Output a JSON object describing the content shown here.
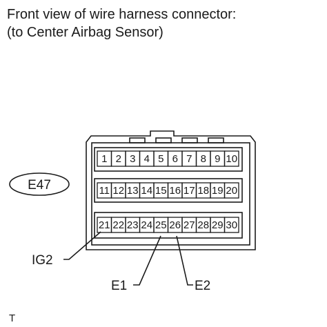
{
  "heading": {
    "line1": "Front view of wire harness connector:",
    "line2": "(to Center Airbag Sensor)"
  },
  "connector": {
    "id": "E47",
    "rows": [
      [
        "1",
        "2",
        "3",
        "4",
        "5",
        "6",
        "7",
        "8",
        "9",
        "10"
      ],
      [
        "11",
        "12",
        "13",
        "14",
        "15",
        "16",
        "17",
        "18",
        "19",
        "20"
      ],
      [
        "21",
        "22",
        "23",
        "24",
        "25",
        "26",
        "27",
        "28",
        "29",
        "30"
      ]
    ]
  },
  "callouts": {
    "ig2": "IG2",
    "e1": "E1",
    "e2": "E2"
  },
  "footer_mark": "T"
}
